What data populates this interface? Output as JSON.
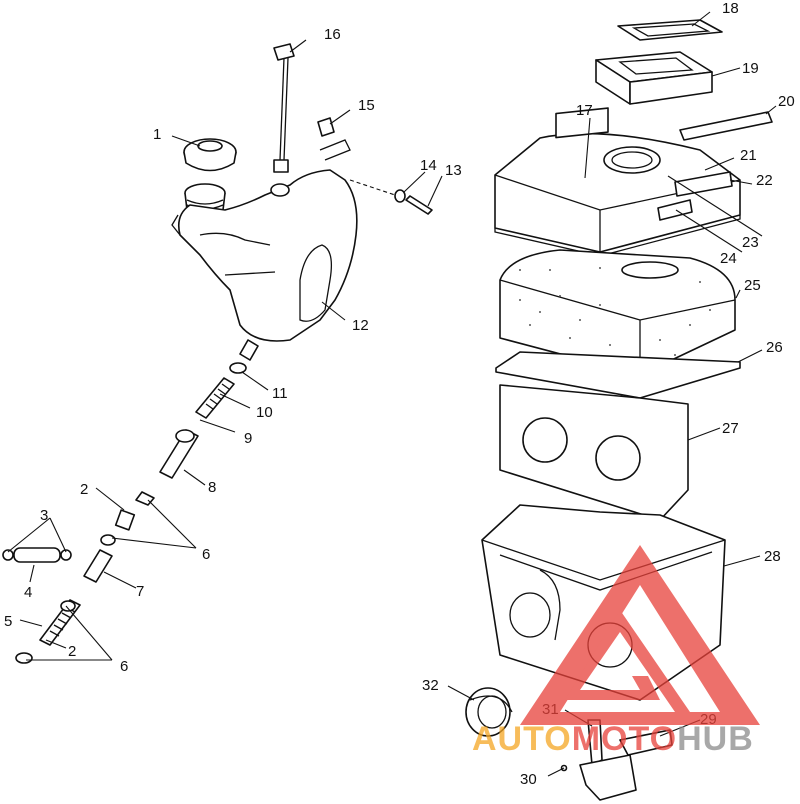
{
  "callouts": [
    {
      "id": "1",
      "label": "1"
    },
    {
      "id": "2a",
      "label": "2"
    },
    {
      "id": "2b",
      "label": "2"
    },
    {
      "id": "3",
      "label": "3"
    },
    {
      "id": "4",
      "label": "4"
    },
    {
      "id": "5",
      "label": "5"
    },
    {
      "id": "6a",
      "label": "6"
    },
    {
      "id": "6b",
      "label": "6"
    },
    {
      "id": "7",
      "label": "7"
    },
    {
      "id": "8",
      "label": "8"
    },
    {
      "id": "9",
      "label": "9"
    },
    {
      "id": "10",
      "label": "10"
    },
    {
      "id": "11",
      "label": "11"
    },
    {
      "id": "12",
      "label": "12"
    },
    {
      "id": "13",
      "label": "13"
    },
    {
      "id": "14",
      "label": "14"
    },
    {
      "id": "15",
      "label": "15"
    },
    {
      "id": "16",
      "label": "16"
    },
    {
      "id": "17",
      "label": "17"
    },
    {
      "id": "18",
      "label": "18"
    },
    {
      "id": "19",
      "label": "19"
    },
    {
      "id": "20",
      "label": "20"
    },
    {
      "id": "21",
      "label": "21"
    },
    {
      "id": "22",
      "label": "22"
    },
    {
      "id": "23",
      "label": "23"
    },
    {
      "id": "24",
      "label": "24"
    },
    {
      "id": "25",
      "label": "25"
    },
    {
      "id": "26",
      "label": "26"
    },
    {
      "id": "27",
      "label": "27"
    },
    {
      "id": "28",
      "label": "28"
    },
    {
      "id": "29",
      "label": "29"
    },
    {
      "id": "30",
      "label": "30"
    },
    {
      "id": "31",
      "label": "31"
    },
    {
      "id": "32",
      "label": "32"
    }
  ],
  "watermark": {
    "part1": "AUTO",
    "part2": "MOTO",
    "part3": "HUB",
    "color_orange": "#f5a623",
    "color_red": "#e8413a",
    "color_gray": "#8c8c8c"
  }
}
